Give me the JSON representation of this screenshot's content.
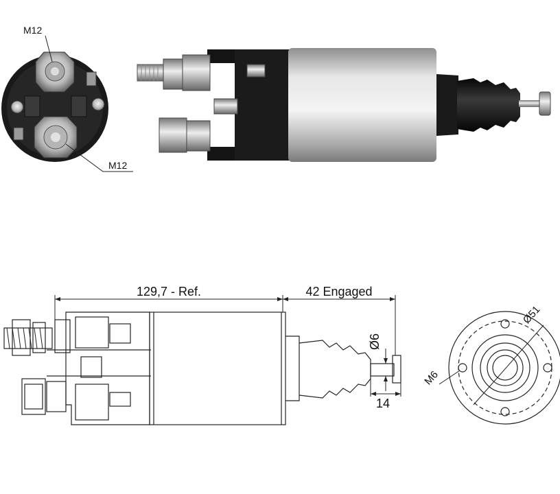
{
  "photo_labels": {
    "top_terminal": "M12",
    "bottom_terminal": "M12"
  },
  "dimensions": {
    "length_ref": "129,7 - Ref.",
    "travel": "42 Engaged",
    "plunger_diameter": "Ø6",
    "plunger_length": "14",
    "flange_diameter": "Ø51",
    "mount_thread": "M6"
  },
  "colors": {
    "body_black": "#141414",
    "housing_silver": "#c8c8c8",
    "line": "#222222"
  }
}
